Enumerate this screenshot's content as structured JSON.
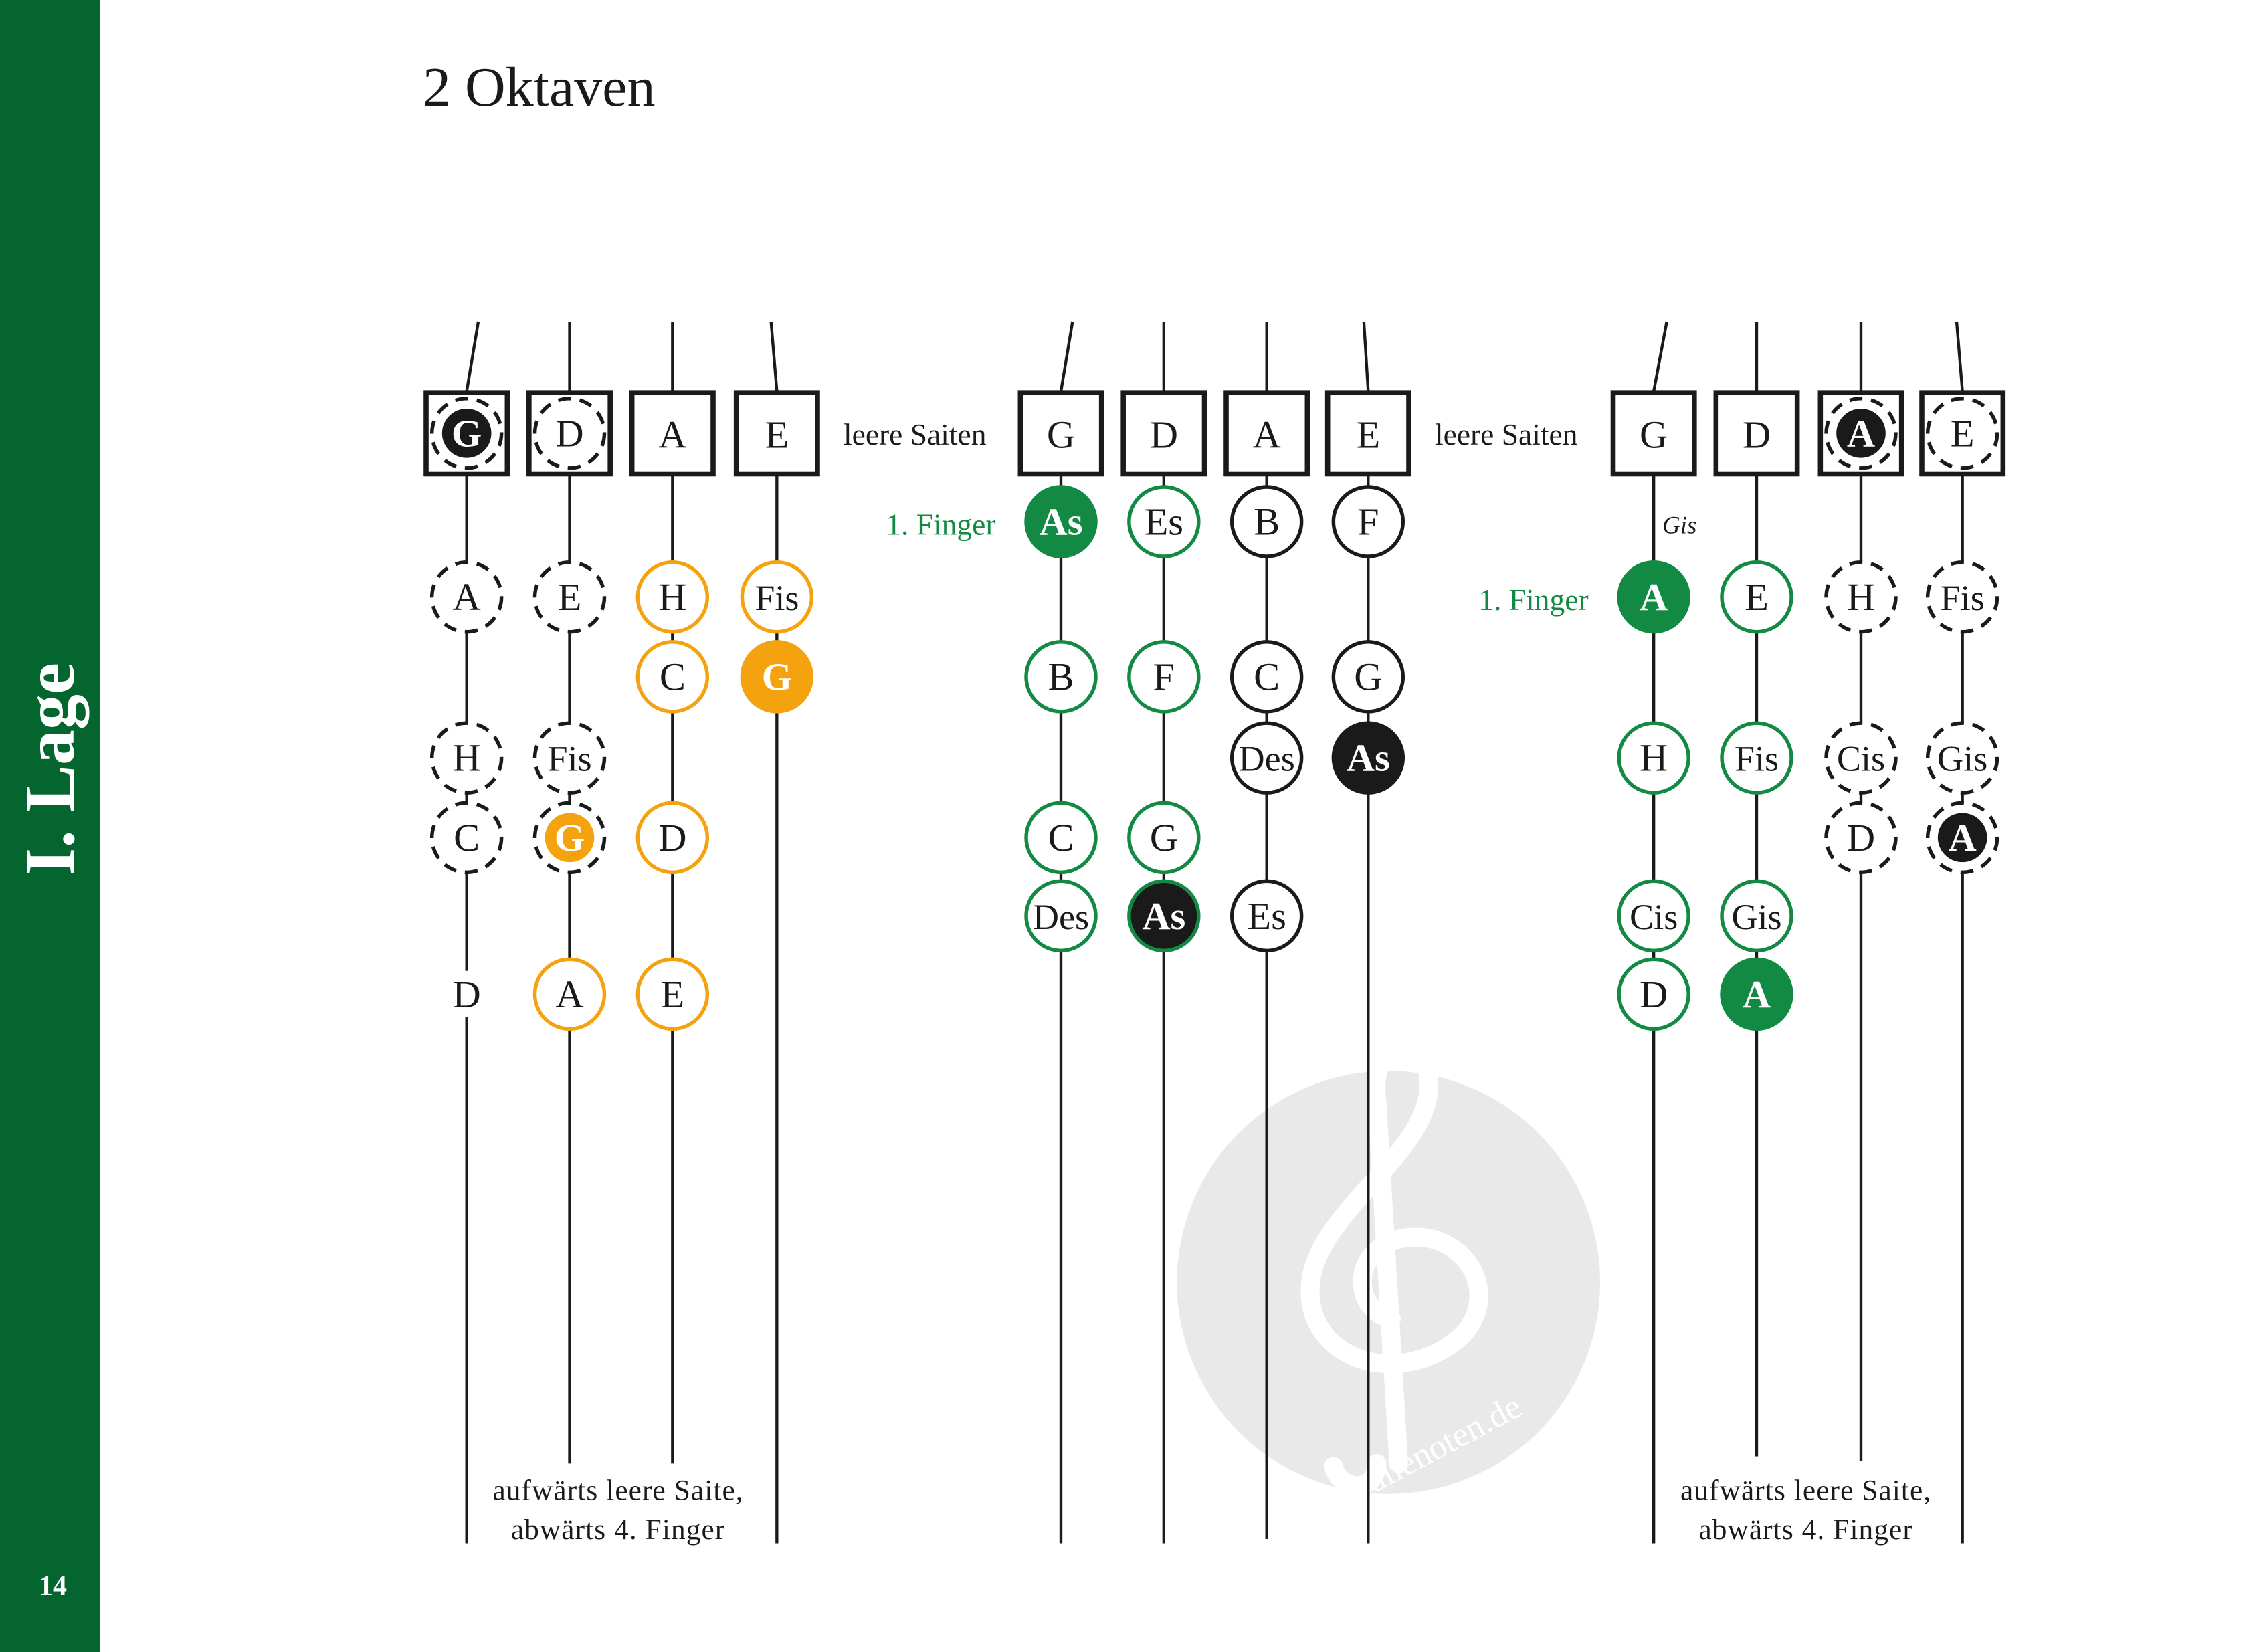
{
  "sidebar": {
    "section_title": "I. Lage",
    "page_number": "14",
    "color": "#05652f"
  },
  "title": "2 Oktaven",
  "colors": {
    "green": "#138a43",
    "orange": "#f5a20f",
    "black": "#1a1a1a",
    "watermark": "#e9e9e9"
  },
  "watermark": {
    "text": "allenoten.de"
  },
  "diagrams": [
    {
      "side_label": "leere Saiten",
      "finger_label": "",
      "footnote": [
        "aufwärts leere Saite,",
        "abwärts 4. Finger"
      ],
      "strings": [
        {
          "open": "G",
          "open_style": "black-filled-dashed",
          "notes": [
            {
              "label": "A",
              "row": 1,
              "style": "dashed"
            },
            {
              "label": "H",
              "row": 3,
              "style": "dashed"
            },
            {
              "label": "C",
              "row": 4,
              "style": "dashed"
            },
            {
              "label": "D",
              "row": 6,
              "style": "plain"
            }
          ]
        },
        {
          "open": "D",
          "open_style": "dashed",
          "notes": [
            {
              "label": "E",
              "row": 1,
              "style": "dashed"
            },
            {
              "label": "Fis",
              "row": 3,
              "style": "dashed"
            },
            {
              "label": "G",
              "row": 4,
              "style": "orange-filled-dashed"
            },
            {
              "label": "A",
              "row": 6,
              "style": "orange"
            }
          ]
        },
        {
          "open": "A",
          "open_style": "none",
          "notes": [
            {
              "label": "H",
              "row": 1,
              "style": "orange"
            },
            {
              "label": "C",
              "row": 2,
              "style": "orange"
            },
            {
              "label": "D",
              "row": 4,
              "style": "orange"
            },
            {
              "label": "E",
              "row": 6,
              "style": "orange"
            }
          ]
        },
        {
          "open": "E",
          "open_style": "none",
          "notes": [
            {
              "label": "Fis",
              "row": 1,
              "style": "orange"
            },
            {
              "label": "G",
              "row": 2,
              "style": "orange-filled"
            }
          ]
        }
      ]
    },
    {
      "side_label": "leere Saiten",
      "finger_label": "1. Finger",
      "footnote": [],
      "strings": [
        {
          "open": "G",
          "open_style": "none",
          "notes": [
            {
              "label": "As",
              "row": 0,
              "style": "green-filled"
            },
            {
              "label": "B",
              "row": 2,
              "style": "green"
            },
            {
              "label": "C",
              "row": 4,
              "style": "green"
            },
            {
              "label": "Des",
              "row": 5,
              "style": "green"
            }
          ]
        },
        {
          "open": "D",
          "open_style": "none",
          "notes": [
            {
              "label": "Es",
              "row": 0,
              "style": "green"
            },
            {
              "label": "F",
              "row": 2,
              "style": "green"
            },
            {
              "label": "G",
              "row": 4,
              "style": "green"
            },
            {
              "label": "As",
              "row": 5,
              "style": "black-filled-green-ring"
            }
          ]
        },
        {
          "open": "A",
          "open_style": "none",
          "notes": [
            {
              "label": "B",
              "row": 0,
              "style": "black"
            },
            {
              "label": "C",
              "row": 2,
              "style": "black"
            },
            {
              "label": "Des",
              "row": 3,
              "style": "black"
            },
            {
              "label": "Es",
              "row": 5,
              "style": "black"
            }
          ]
        },
        {
          "open": "E",
          "open_style": "none",
          "notes": [
            {
              "label": "F",
              "row": 0,
              "style": "black"
            },
            {
              "label": "G",
              "row": 2,
              "style": "black"
            },
            {
              "label": "As",
              "row": 3,
              "style": "black-filled"
            }
          ]
        }
      ]
    },
    {
      "side_label": "",
      "finger_label": "1. Finger",
      "alt_label": "Gis",
      "footnote": [
        "aufwärts leere Saite,",
        "abwärts 4. Finger"
      ],
      "strings": [
        {
          "open": "G",
          "open_style": "none",
          "notes": [
            {
              "label": "A",
              "row": 1,
              "style": "green-filled"
            },
            {
              "label": "H",
              "row": 3,
              "style": "green"
            },
            {
              "label": "Cis",
              "row": 5,
              "style": "green"
            },
            {
              "label": "D",
              "row": 6,
              "style": "green"
            }
          ]
        },
        {
          "open": "D",
          "open_style": "none",
          "notes": [
            {
              "label": "E",
              "row": 1,
              "style": "green"
            },
            {
              "label": "Fis",
              "row": 3,
              "style": "green"
            },
            {
              "label": "Gis",
              "row": 5,
              "style": "green"
            },
            {
              "label": "A",
              "row": 6,
              "style": "green-filled"
            }
          ]
        },
        {
          "open": "A",
          "open_style": "black-filled-dashed",
          "notes": [
            {
              "label": "H",
              "row": 1,
              "style": "dashed"
            },
            {
              "label": "Cis",
              "row": 3,
              "style": "dashed"
            },
            {
              "label": "D",
              "row": 4,
              "style": "dashed"
            }
          ]
        },
        {
          "open": "E",
          "open_style": "dashed",
          "notes": [
            {
              "label": "Fis",
              "row": 1,
              "style": "dashed"
            },
            {
              "label": "Gis",
              "row": 3,
              "style": "dashed"
            },
            {
              "label": "A",
              "row": 4,
              "style": "black-filled-dashed"
            }
          ]
        }
      ]
    }
  ]
}
